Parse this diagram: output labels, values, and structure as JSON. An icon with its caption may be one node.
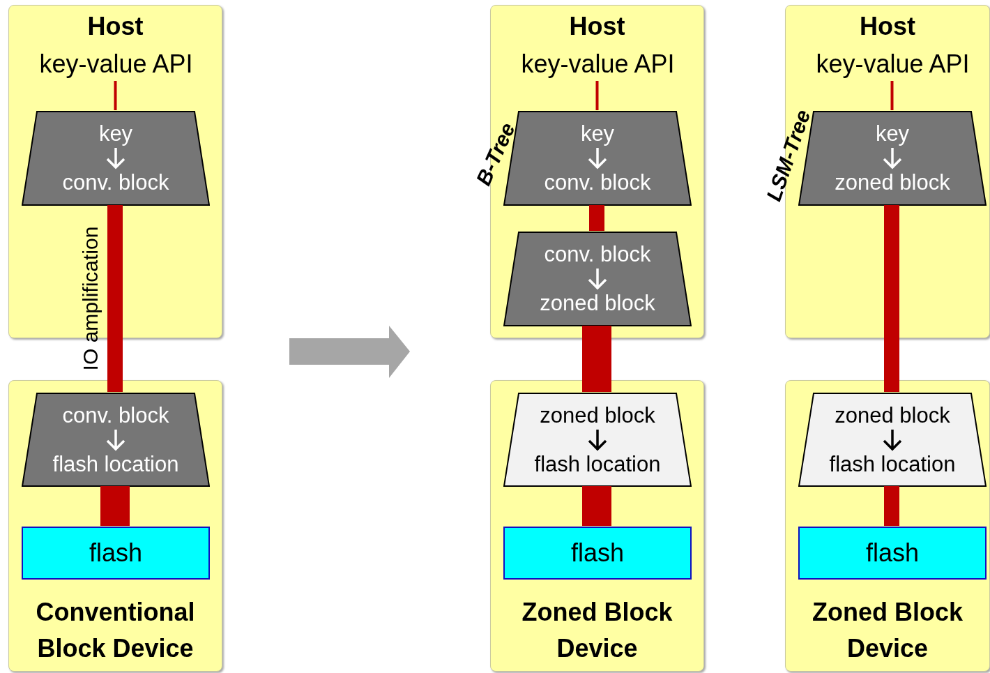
{
  "diagram": {
    "nodes": [
      {
        "text": [
          "Host"
        ]
      },
      {
        "text": [
          "key-value API"
        ],
        "in": 0
      },
      {
        "text": [
          "key",
          "conv. block"
        ],
        "in": 0
      },
      {
        "text": [
          "Conventional Block Device"
        ]
      },
      {
        "text": [
          "conv. block",
          "flash location"
        ],
        "in": 3
      },
      {
        "text": [
          "flash"
        ],
        "in": 3
      },
      {
        "text": [
          "Host"
        ]
      },
      {
        "text": [
          "key-value API"
        ],
        "in": 6
      },
      {
        "text": [
          "key",
          "conv. block"
        ],
        "in": 6,
        "beside": [
          "B-Tree"
        ]
      },
      {
        "text": [
          "conv. block",
          "zoned block"
        ],
        "in": 6
      },
      {
        "text": [
          "Zoned Block Device"
        ]
      },
      {
        "text": [
          "zoned block",
          "flash location"
        ],
        "in": 10
      },
      {
        "text": [
          "flash"
        ],
        "in": 10
      },
      {
        "text": [
          "Host"
        ]
      },
      {
        "text": [
          "key-value API"
        ],
        "in": 13
      },
      {
        "text": [
          "key",
          "zoned block"
        ],
        "in": 13,
        "beside": [
          "LSM-Tree"
        ]
      },
      {
        "text": [
          "Zoned Block Device"
        ]
      },
      {
        "text": [
          "zoned block",
          "flash location"
        ],
        "in": 16
      },
      {
        "text": [
          "flash"
        ],
        "in": 16
      }
    ],
    "edges": [
      {
        "from": 1,
        "to": 2,
        "arrow": "none"
      },
      {
        "from": 2,
        "to": 4,
        "arrow": "none",
        "label": "IO amplification"
      },
      {
        "from": 4,
        "to": 5,
        "arrow": "none",
        "style": "thick"
      },
      {
        "from": 7,
        "to": 8,
        "arrow": "none"
      },
      {
        "from": 8,
        "to": 9,
        "arrow": "none"
      },
      {
        "from": 9,
        "to": 11,
        "arrow": "none",
        "style": "thick"
      },
      {
        "from": 11,
        "to": 12,
        "arrow": "none",
        "style": "thick"
      },
      {
        "from": 14,
        "to": 15,
        "arrow": "none"
      },
      {
        "from": 15,
        "to": 17,
        "arrow": "none"
      },
      {
        "from": 17,
        "to": 18,
        "arrow": "none"
      }
    ]
  }
}
